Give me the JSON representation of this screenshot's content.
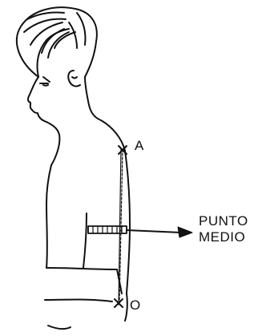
{
  "labels": {
    "point_a": "A",
    "point_o": "O",
    "midpoint_line1": "PUNTO",
    "midpoint_line2": "MEDIO"
  },
  "colors": {
    "ink": "#111111",
    "background": "#ffffff"
  }
}
